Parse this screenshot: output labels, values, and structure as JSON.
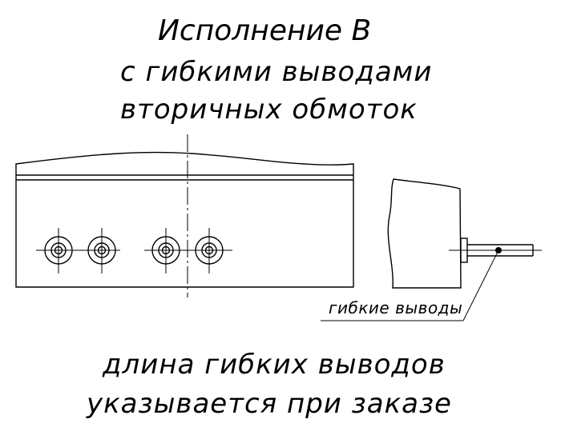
{
  "heading": {
    "line1": "Исполнение В",
    "line2": "с гибкими выводами",
    "line3": "вторичных обмоток"
  },
  "callout": {
    "label": "гибкие выводы"
  },
  "footer": {
    "line1": "длина гибких выводов",
    "line2": "указывается при заказе"
  },
  "colors": {
    "ink": "#000000",
    "background": "#ffffff"
  }
}
